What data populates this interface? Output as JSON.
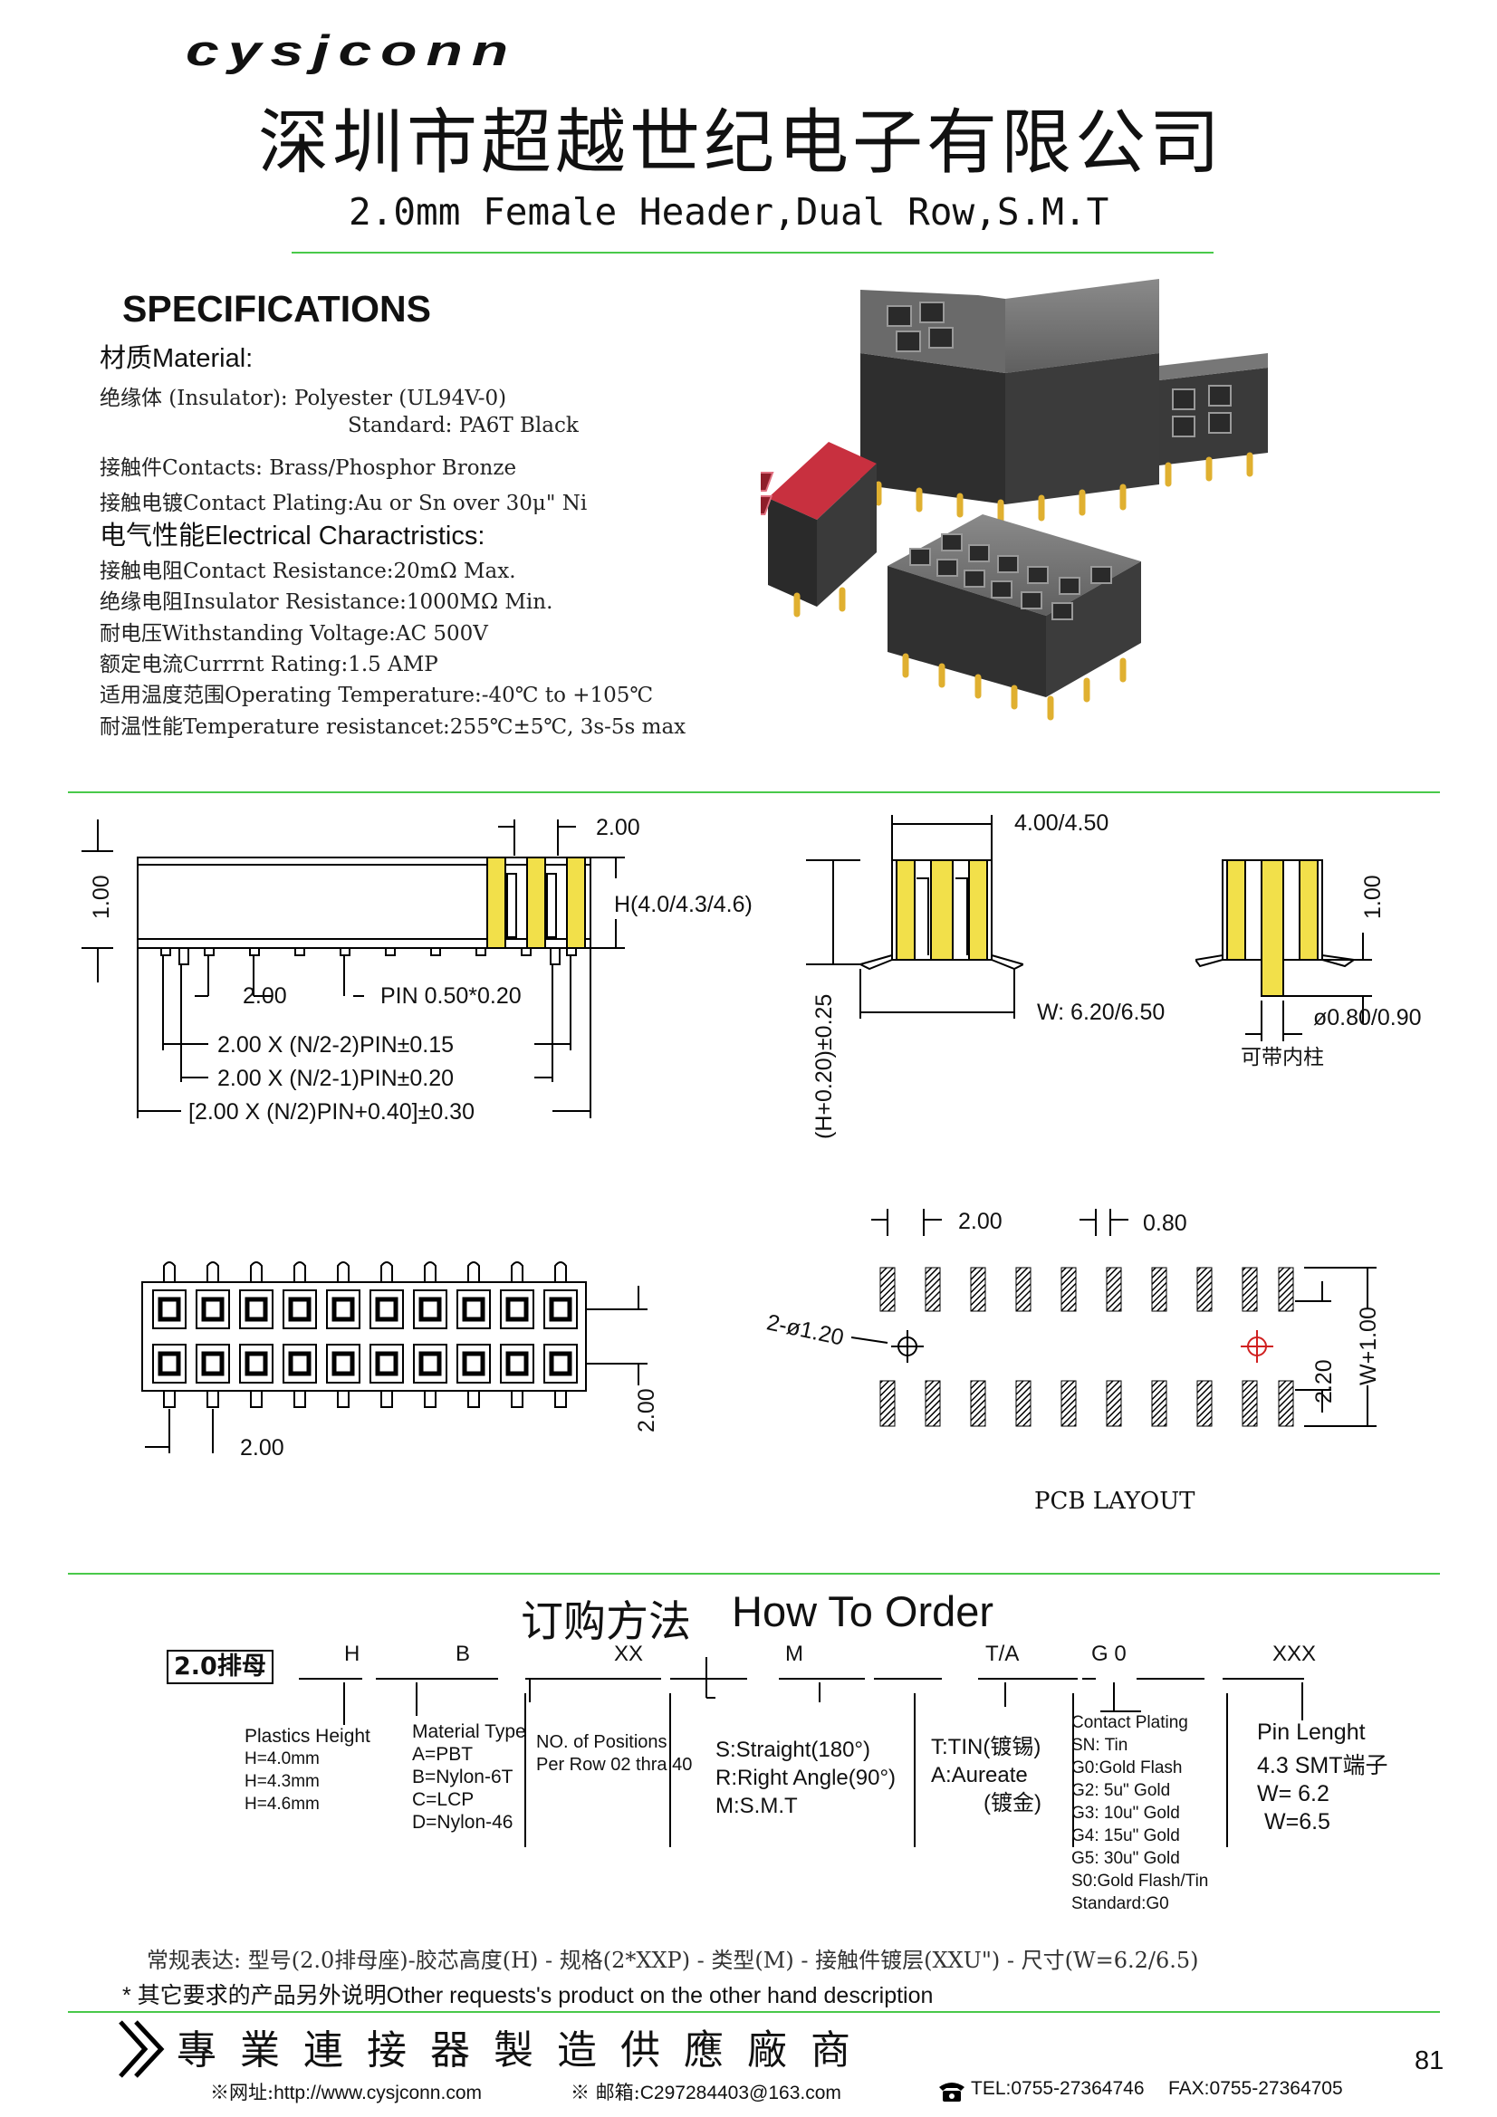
{
  "header": {
    "logo": "cysjconn",
    "company": "深圳市超越世纪电子有限公司",
    "subtitle": "2.0mm Female Header,Dual Row,S.M.T"
  },
  "specs": {
    "title": "SPECIFICATIONS",
    "material_head": "材质Material:",
    "insulator": "绝缘体 (Insulator):  Polyester (UL94V-0)",
    "standard": "Standard: PA6T Black",
    "contacts": "接触件Contacts: Brass/Phosphor Bronze",
    "plating": "接触电镀Contact Plating:Au or Sn over 30μ\" Ni",
    "electrical_head": "电气性能Electrical Charactristics:",
    "contact_res": "接触电阻Contact Resistance:20mΩ  Max.",
    "insulator_res": "绝缘电阻Insulator Resistance:1000MΩ  Min.",
    "voltage": "耐电压Withstanding Voltage:AC 500V",
    "current": "额定电流Currrnt Rating:1.5 AMP",
    "temp": "适用温度范围Operating Temperature:-40℃ to +105℃",
    "temp_res": "耐温性能Temperature resistancet:255℃±5℃, 3s-5s max"
  },
  "drawing": {
    "side": {
      "d_top": "2.00",
      "d_height": "1.00",
      "d_h": "H(4.0/4.3/4.6)",
      "d_pitch": "2.00",
      "d_pin": "PIN  0.50*0.20",
      "d_l1": "2.00  X  (N/2-2)PIN±0.15",
      "d_l2": "2.00  X  (N/2-1)PIN±0.20",
      "d_l3": "[2.00  X  (N/2)PIN+0.40]±0.30"
    },
    "end": {
      "d_top": "4.00/4.50",
      "d_w": "W:  6.20/6.50",
      "d_vert": "(H+0.20)±0.25"
    },
    "post": {
      "d_height": "1.00",
      "d_dia": "ø0.80/0.90",
      "caption": "可带内柱"
    },
    "top": {
      "d_pitch": "2.00",
      "d_row": "2.00",
      "pins_per_row": 10
    },
    "pcb": {
      "d_pitch": "2.00",
      "d_pad": "0.80",
      "d_hole": "2-ø1.20",
      "d_row": "2.20",
      "d_w": "W+1.00",
      "caption": "PCB LAYOUT",
      "pads_per_row": 10
    }
  },
  "order": {
    "title_cn": "订购方法",
    "title_en": "How To Order",
    "code_box": "2.0排母",
    "codes": [
      "H",
      "B",
      "XX",
      "M",
      "T/A",
      "G 0",
      "XXX"
    ],
    "height_head": "Plastics Height",
    "height_opts": [
      "H=4.0mm",
      "H=4.3mm",
      "H=4.6mm"
    ],
    "material_head": "Material Type",
    "material_opts": [
      "A=PBT",
      "B=Nylon-6T",
      "C=LCP",
      "D=Nylon-46"
    ],
    "positions_head": "NO. of Positions",
    "positions_opts": "Per Row  02 thra 40",
    "type_opts": [
      "S:Straight(180°)",
      "R:Right Angle(90°)",
      "M:S.M.T"
    ],
    "tin_opts": [
      "T:TIN(镀锡)",
      "A:Aureate",
      "(镀金)"
    ],
    "plating_head": "Contact Plating",
    "plating_opts": [
      "SN: Tin",
      "G0:Gold Flash",
      "G2:  5u\" Gold",
      "G3: 10u\" Gold",
      "G4: 15u\" Gold",
      "G5: 30u\" Gold",
      "S0:Gold Flash/Tin",
      "Standard:G0"
    ],
    "length_head": "Pin Lenght",
    "length_opts": [
      "4.3 SMT端子",
      "W= 6.2",
      "W=6.5"
    ],
    "note1": "常规表达: 型号(2.0排母座)-胶芯高度(H) - 规格(2*XXP) - 类型(M) - 接触件镀层(XXU\") - 尺寸(W=6.2/6.5)",
    "note2": "* 其它要求的产品另外说明Other requests's product on the other hand description"
  },
  "footer": {
    "slogan": "專業連接器製造供應廠商",
    "web_label": "※网址:",
    "web": "http://www.cysjconn.com",
    "mail_label": "※ 邮箱:",
    "mail": "C297284403@163.com",
    "tel": "TEL:0755-27364746",
    "fax": "FAX:0755-27364705",
    "page": "81"
  },
  "colors": {
    "rule": "#49c94a",
    "hatch": "#f2e04a",
    "pin_gold": "#e0b030",
    "red_part": "#c8303f"
  }
}
